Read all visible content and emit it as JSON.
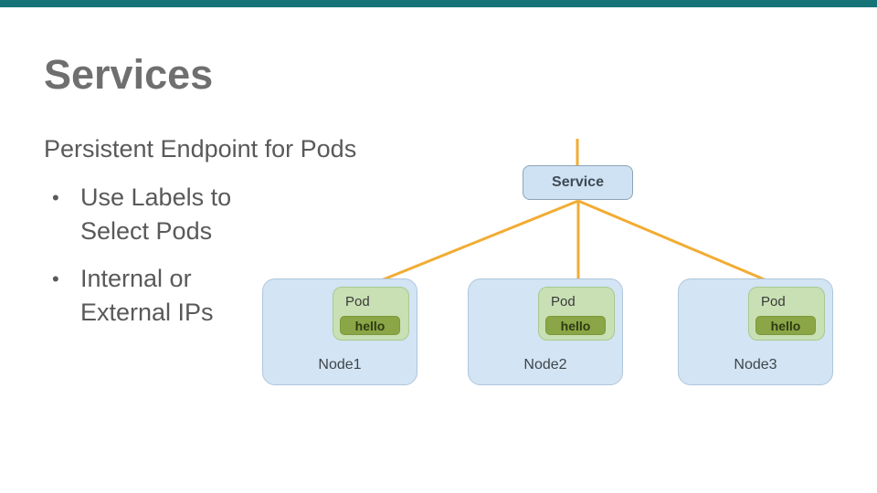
{
  "slide": {
    "title": "Services",
    "subtitle": "Persistent Endpoint for Pods",
    "bullet_glyph": "•",
    "bullets": [
      {
        "lines": [
          "Use Labels to",
          "Select Pods"
        ]
      },
      {
        "lines": [
          "Internal or",
          "External IPs"
        ]
      }
    ]
  },
  "diagram": {
    "service_label": "Service",
    "nodes": [
      {
        "name": "Node1",
        "pod_label": "Pod",
        "container_label": "hello"
      },
      {
        "name": "Node2",
        "pod_label": "Pod",
        "container_label": "hello"
      },
      {
        "name": "Node3",
        "pod_label": "Pod",
        "container_label": "hello"
      }
    ]
  },
  "colors": {
    "accent_bar": "#167377",
    "title_text": "#6F6F6F",
    "body_text": "#595959",
    "connector_line": "#F2AC33",
    "service_fill": "#CFE2F3",
    "service_border": "#8EA3B8",
    "node_fill": "#D3E4F4",
    "node_border": "#AFC6DC",
    "pod_fill": "#C8E0B4",
    "pod_border": "#A8CA90",
    "container_fill": "#8AA647",
    "container_border": "#7D9838",
    "container_text": "#2F3A12"
  }
}
